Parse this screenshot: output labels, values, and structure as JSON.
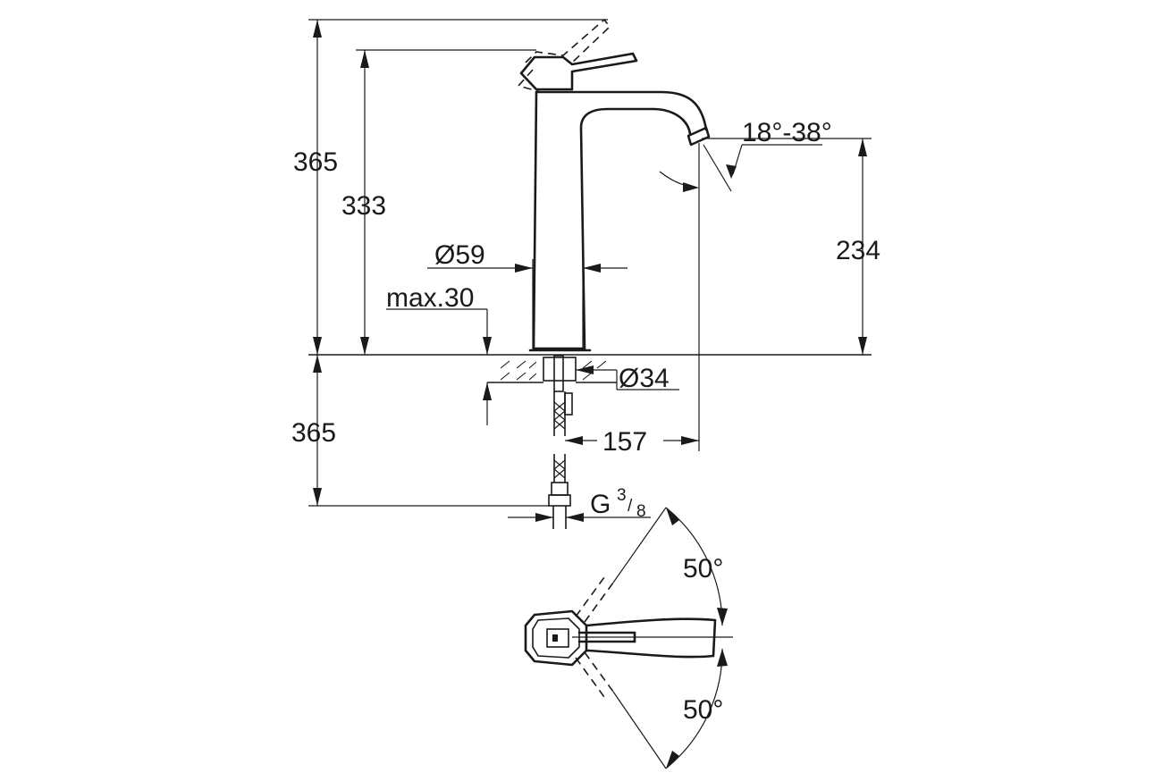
{
  "dimensions": {
    "total_height": "365",
    "lever_height": "333",
    "spout_height": "234",
    "below_counter": "365",
    "body_diameter": "Ø59",
    "hole_diameter": "Ø34",
    "max_thickness": "max.30",
    "spout_reach": "157",
    "aerator_angle": "18°-38°",
    "lever_angle_top": "50°",
    "lever_angle_bottom": "50°"
  },
  "thread": {
    "prefix": "G",
    "numerator": "3",
    "slash": "/",
    "denominator": "8"
  }
}
